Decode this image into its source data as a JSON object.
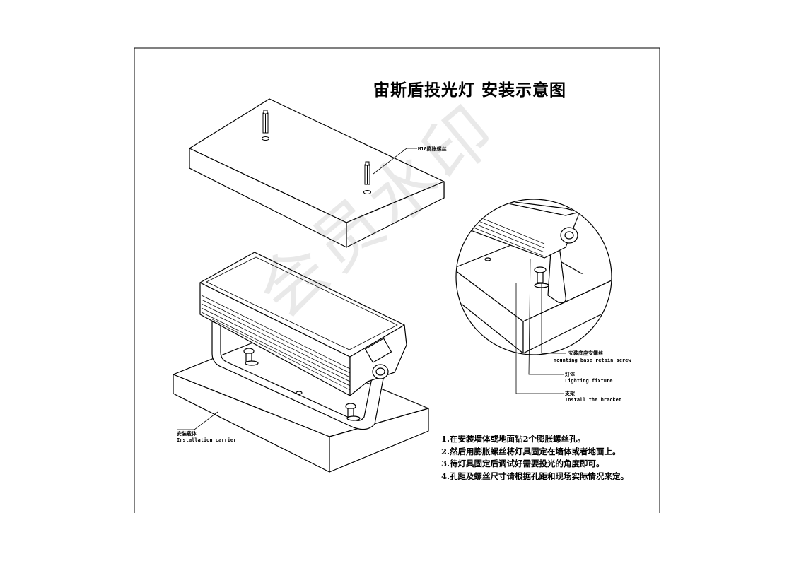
{
  "title": "宙斯盾投光灯  安装示意图",
  "callouts": {
    "anchor_bolt": "M10膨胀螺丝",
    "base_screw_cn": "安装底座安螺丝",
    "base_screw_en": "mounting base retain screw",
    "fixture_cn": "灯体",
    "fixture_en": "Lighting fixture",
    "bracket_cn": "支架",
    "bracket_en": "Install the bracket",
    "carrier_cn": "安装载体",
    "carrier_en": "Installation carrier"
  },
  "notes": [
    "1.在安装墙体或地面钻2个膨胀螺丝孔。",
    "2.然后用膨胀螺丝将灯具固定在墙体或者地面上。",
    "3.待灯具固定后调试好需要投光的角度即可。",
    "4.孔距及螺丝尺寸请根据孔距和现场实际情况来定。"
  ],
  "watermark": "会员水印"
}
